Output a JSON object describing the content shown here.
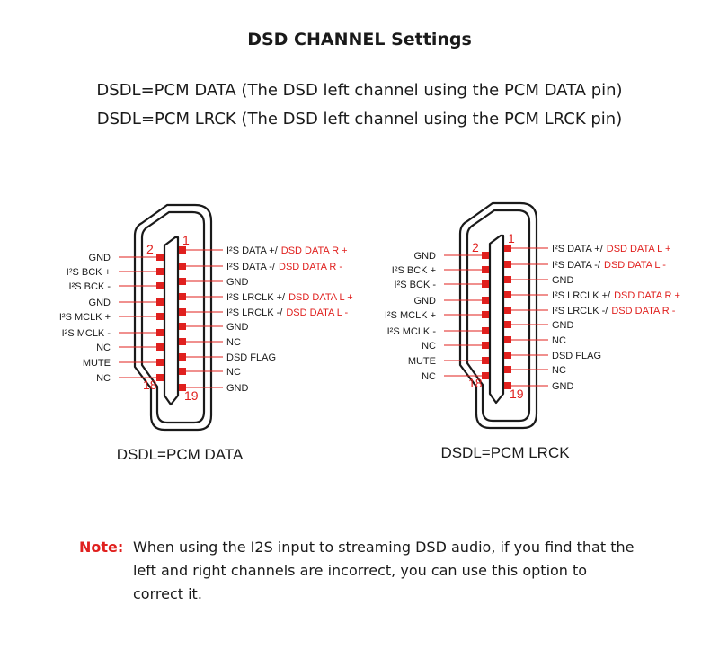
{
  "title": "DSD CHANNEL Settings",
  "lines": [
    "DSDL=PCM DATA (The DSD left channel using the PCM DATA pin)",
    "DSDL=PCM LRCK (The DSD left channel using the PCM LRCK pin)"
  ],
  "colors": {
    "accent": "#e0201e",
    "text": "#1a1a1a"
  },
  "connectors": [
    {
      "caption": "DSDL=PCM DATA",
      "pin_numbers": {
        "top_left": "2",
        "top_right": "1",
        "bottom_left": "18",
        "bottom_right": "19"
      },
      "left_pins": [
        "GND",
        "I²S BCK +",
        "I²S BCK -",
        "GND",
        "I²S MCLK +",
        "I²S MCLK -",
        "NC",
        "MUTE",
        "NC"
      ],
      "right_pins": [
        {
          "label": "I²S DATA +/",
          "dsd": "DSD DATA R +"
        },
        {
          "label": "I²S DATA -/",
          "dsd": "DSD DATA R -"
        },
        {
          "label": "GND",
          "dsd": ""
        },
        {
          "label": "I²S LRCLK +/",
          "dsd": "DSD DATA L +"
        },
        {
          "label": "I²S LRCLK -/",
          "dsd": "DSD DATA L -"
        },
        {
          "label": "GND",
          "dsd": ""
        },
        {
          "label": "NC",
          "dsd": ""
        },
        {
          "label": "DSD FLAG",
          "dsd": ""
        },
        {
          "label": "NC",
          "dsd": ""
        },
        {
          "label": "GND",
          "dsd": ""
        }
      ]
    },
    {
      "caption": "DSDL=PCM LRCK",
      "pin_numbers": {
        "top_left": "2",
        "top_right": "1",
        "bottom_left": "18",
        "bottom_right": "19"
      },
      "left_pins": [
        "GND",
        "I²S BCK +",
        "I²S BCK -",
        "GND",
        "I²S MCLK +",
        "I²S MCLK -",
        "NC",
        "MUTE",
        "NC"
      ],
      "right_pins": [
        {
          "label": "I²S DATA +/",
          "dsd": "DSD DATA L +"
        },
        {
          "label": "I²S DATA -/",
          "dsd": "DSD DATA L -"
        },
        {
          "label": "GND",
          "dsd": ""
        },
        {
          "label": "I²S LRCLK +/",
          "dsd": "DSD DATA R +"
        },
        {
          "label": "I²S LRCLK -/",
          "dsd": "DSD DATA R -"
        },
        {
          "label": "GND",
          "dsd": ""
        },
        {
          "label": "NC",
          "dsd": ""
        },
        {
          "label": "DSD FLAG",
          "dsd": ""
        },
        {
          "label": "NC",
          "dsd": ""
        },
        {
          "label": "GND",
          "dsd": ""
        }
      ]
    }
  ],
  "note": {
    "label": "Note:",
    "text": "When using the I2S input to streaming DSD audio, if you find that the left and right channels are incorrect, you can use this option to  correct it."
  }
}
